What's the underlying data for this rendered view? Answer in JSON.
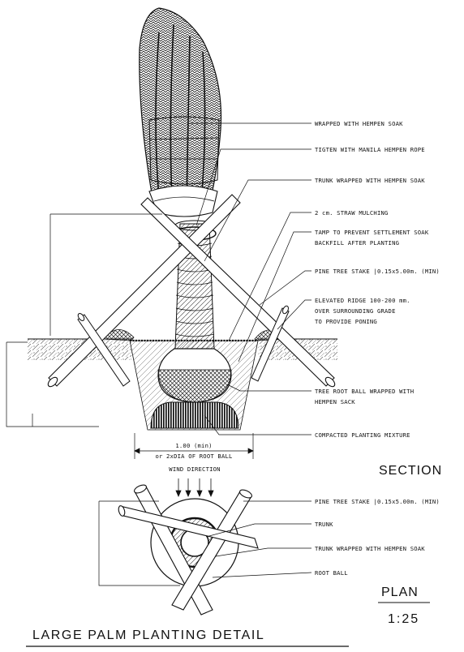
{
  "section_labels": [
    "WRAPPED WITH HEMPEN SOAK",
    "TIGTEN WITH MANILA HEMPEN ROPE",
    "TRUNK WRAPPED WITH HEMPEN SOAK",
    "2 cm. STRAW MULCHING",
    "TAMP TO PREVENT SETTLEMENT SOAK",
    "BACKFILL AFTER PLANTING",
    "PINE TREE STAKE |0.15x5.00m. (MIN)",
    "ELEVATED RIDGE 100-200 mm.",
    "OVER SURROUNDING GRADE",
    "TO PROVIDE PONING",
    "TREE ROOT BALL WRAPPED WITH",
    "HEMPEN SACK",
    "COMPACTED PLANTING MIXTURE"
  ],
  "dimension": {
    "line1": "1.00 (min)",
    "line2": "or 2xDIA OF ROOT BALL"
  },
  "wind_direction": "WIND DIRECTION",
  "section_title": "SECTION",
  "plan_labels": [
    "PINE TREE STAKE |0.15x5.00m. (MIN)",
    "TRUNK",
    "TRUNK WRAPPED WITH HEMPEN SOAK",
    "ROOT BALL"
  ],
  "plan_title": "PLAN",
  "scale": "1:25",
  "drawing_title": "LARGE PALM PLANTING DETAIL"
}
